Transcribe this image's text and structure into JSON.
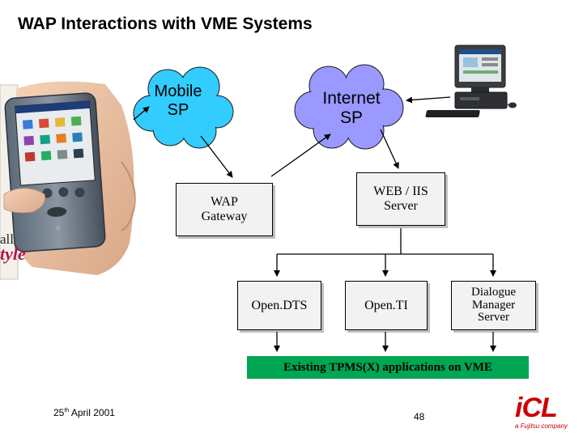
{
  "title": "WAP Interactions with VME Systems",
  "clouds": {
    "mobile": {
      "label": "Mobile\nSP",
      "color": "#33ccff"
    },
    "internet": {
      "label": "Internet\nSP",
      "color": "#9999ff"
    }
  },
  "boxes": {
    "wap_gateway": "WAP\nGateway",
    "web_server": "WEB / IIS\nServer",
    "opendts": "Open.DTS",
    "openti": "Open.TI",
    "dialogue_manager": "Dialogue\nManager\nServer"
  },
  "vme_bar": {
    "label": "Existing TPMS(X) applications on VME",
    "color": "#00a651"
  },
  "photo_caption": {
    "line1": "all",
    "line2": "tyle"
  },
  "footer": {
    "date_day": "25",
    "date_suffix": "th",
    "date_rest": " April 2001",
    "page": "48"
  },
  "logo": {
    "word": "iCL",
    "sub": "a Fujitsu company",
    "color": "#cc0000"
  }
}
